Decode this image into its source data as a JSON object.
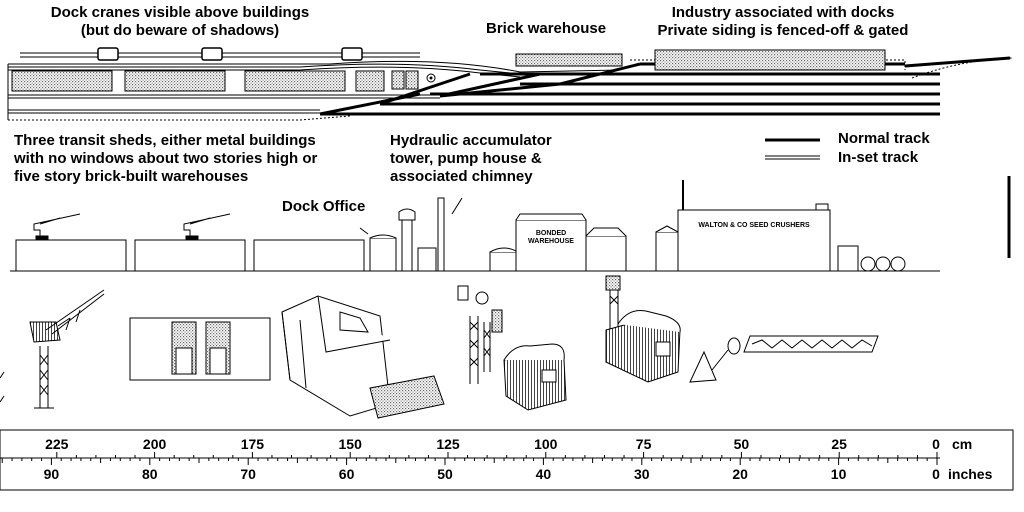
{
  "labels": {
    "cranes": [
      "Dock cranes visible above buildings",
      "(but do beware of shadows)"
    ],
    "brick_warehouse": "Brick warehouse",
    "industry": [
      "Industry associated with docks",
      "Private siding is fenced-off & gated"
    ],
    "transit_sheds": [
      "Three transit sheds, either metal buildings",
      "with no windows about two stories high or",
      "five story brick-built warehouses"
    ],
    "hydraulic": [
      "Hydraulic accumulator",
      "tower, pump house &",
      "associated chimney"
    ],
    "dock_office": "Dock Office",
    "bonded": [
      "BONDED",
      "WAREHOUSE"
    ],
    "walton": "WALTON & CO SEED CRUSHERS"
  },
  "legend": {
    "normal_track": "Normal track",
    "inset_track": "In-set track"
  },
  "ruler": {
    "cm_labels": [
      "225",
      "200",
      "175",
      "150",
      "125",
      "100",
      "75",
      "50",
      "25",
      "0"
    ],
    "cm_unit": "cm",
    "inch_labels": [
      "90",
      "80",
      "70",
      "60",
      "50",
      "40",
      "30",
      "20",
      "10",
      "0"
    ],
    "inch_unit": "inches"
  }
}
